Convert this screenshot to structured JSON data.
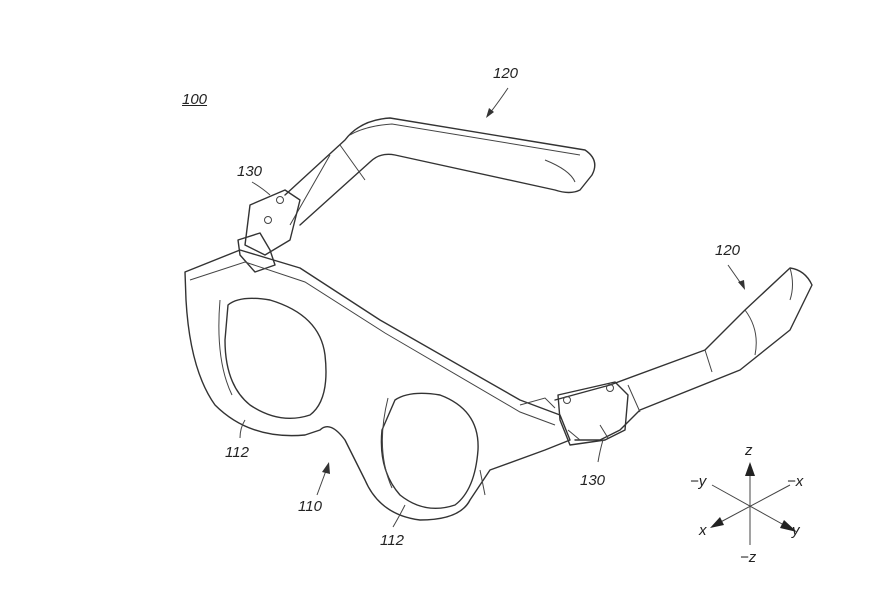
{
  "figure": {
    "device_ref": "100",
    "frame_ref": "110",
    "lens_left_ref": "112",
    "lens_right_ref": "112",
    "temple_top_ref": "120",
    "temple_right_ref": "120",
    "hinge_left_ref": "130",
    "hinge_right_ref": "130"
  },
  "axes": {
    "z": "z",
    "neg_z": "−z",
    "x": "x",
    "neg_x": "−x",
    "y": "y",
    "neg_y": "−y"
  }
}
